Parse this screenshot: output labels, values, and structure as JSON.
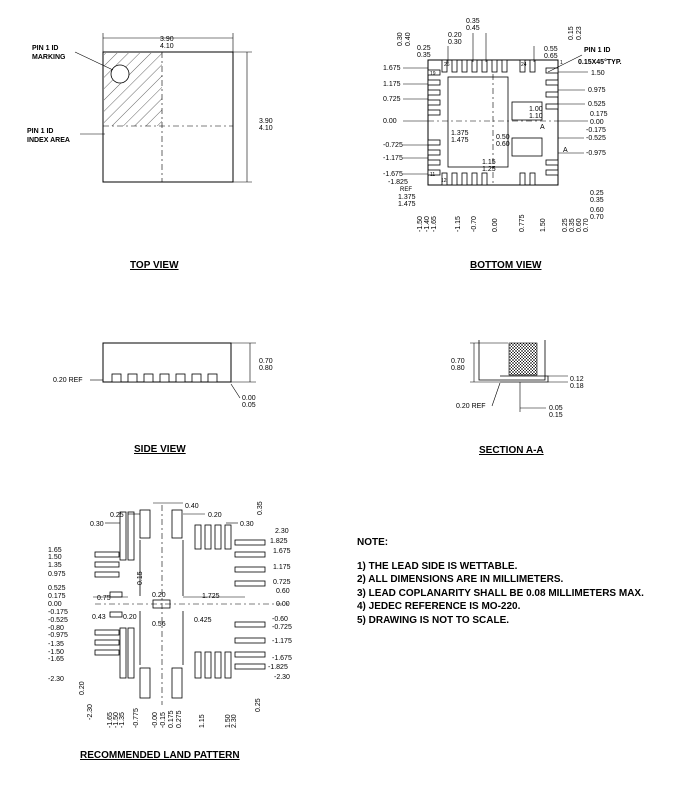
{
  "views": {
    "top_view": "TOP VIEW",
    "bottom_view": "BOTTOM VIEW",
    "side_view": "SIDE VIEW",
    "section_aa": "SECTION A-A",
    "land_pattern": "RECOMMENDED LAND PATTERN"
  },
  "top_view": {
    "width_dim": [
      "3.90",
      "4.10"
    ],
    "height_dim": [
      "3.90",
      "4.10"
    ],
    "pin1_marking": [
      "PIN 1 ID",
      "MARKING"
    ],
    "pin1_index": [
      "PIN 1 ID",
      "INDEX AREA"
    ]
  },
  "bottom_view": {
    "top_dims": [
      "0.30",
      "0.40",
      "0.20",
      "0.30",
      "0.35",
      "0.45",
      "0.55",
      "0.65",
      "0.25",
      "0.35",
      "0.15",
      "0.23"
    ],
    "pin_numbers": [
      "19",
      "26",
      "24",
      "12",
      "11",
      "1"
    ],
    "pin1_id": "PIN 1 ID",
    "chamfer": "0.15X45°TYP.",
    "left_dims": [
      "1.675",
      "1.175",
      "0.725",
      "0.00",
      "-0.725",
      "-1.175",
      "-1.675",
      "-1.825",
      "REF",
      "1.375",
      "1.475"
    ],
    "inner_dims": [
      "1.375",
      "1.475",
      "1.00",
      "1.10",
      "0.50",
      "0.60",
      "1.15",
      "1.25"
    ],
    "right_dims": [
      "1.50",
      "0.975",
      "0.525",
      "0.175",
      "0.00",
      "-0.175",
      "-0.525",
      "-0.975",
      "0.25",
      "0.35",
      "0.60",
      "0.70"
    ],
    "section_marks": [
      "A",
      "A"
    ],
    "bottom_dims": [
      "-1.50",
      "-1.40",
      "-1.65",
      "-1.15",
      "-0.70",
      "0.00",
      "0.775",
      "1.50",
      "0.25",
      "0.35",
      "0.60",
      "0.70"
    ]
  },
  "side_view": {
    "height_dim": [
      "0.70",
      "0.80"
    ],
    "ref": "0.20 REF",
    "standoff": [
      "0.00",
      "0.05"
    ]
  },
  "section_aa": {
    "height_dim": [
      "0.70",
      "0.80"
    ],
    "ref": "0.20 REF",
    "lead_dim": [
      "0.12",
      "0.18"
    ],
    "standoff": [
      "0.05",
      "0.15"
    ]
  },
  "land_pattern": {
    "top_dims": [
      "0.40",
      "0.25",
      "0.20",
      "0.35",
      "0.30",
      "0.30"
    ],
    "right_dims": [
      "2.30",
      "1.825",
      "1.675",
      "1.175",
      "0.725",
      "0.60",
      "0.00",
      "-0.60",
      "-0.725",
      "-1.175",
      "-1.675",
      "-1.825",
      "-2.30"
    ],
    "left_dims": [
      "1.65",
      "1.50",
      "1.35",
      "0.975",
      "0.525",
      "0.175",
      "0.00",
      "-0.175",
      "-0.525",
      "-0.80",
      "-0.975",
      "-1.35",
      "-1.50",
      "-1.65",
      "-2.30"
    ],
    "inner_dims": [
      "0.75",
      "0.43",
      "0.20",
      "0.56",
      "0.425",
      "1.725",
      "0.15",
      "0.20"
    ],
    "bottom_dims": [
      "-2.30",
      "-1.65",
      "-1.50",
      "-1.35",
      "-0.775",
      "-0.00",
      "-0.15",
      "0.175",
      "0.275",
      "1.15",
      "1.50",
      "2.30",
      "0.20",
      "0.25"
    ]
  },
  "notes": {
    "title": "NOTE:",
    "items": [
      "1) THE LEAD SIDE IS WETTABLE.",
      "2) ALL DIMENSIONS ARE IN MILLIMETERS.",
      "3) LEAD COPLANARITY SHALL BE 0.08 MILLIMETERS MAX.",
      "4) JEDEC REFERENCE IS MO-220.",
      "5) DRAWING IS NOT TO SCALE."
    ]
  }
}
